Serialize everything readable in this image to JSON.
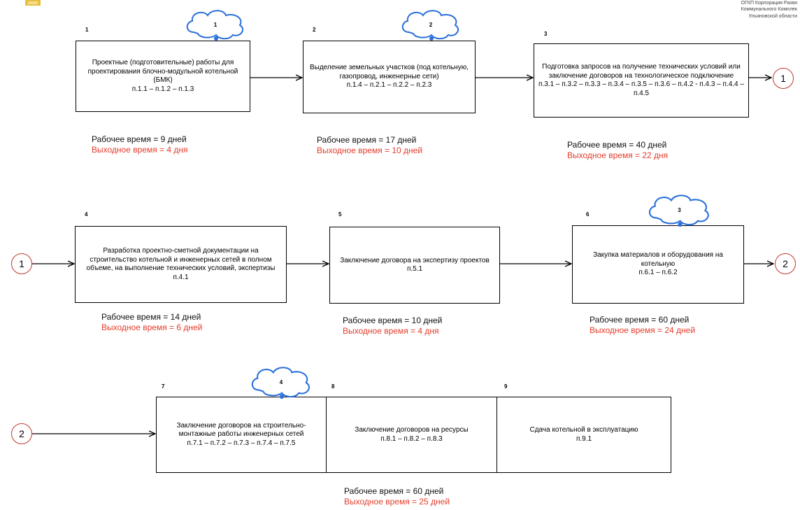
{
  "org": {
    "line1": "ОГКП Корпорация Разви",
    "line2": "Коммунального Комплек",
    "line3": "Ульяновской области"
  },
  "colors": {
    "work": "#111111",
    "off": "#e53c2b",
    "circle": "#c0392b",
    "cloud": "#2a6fdb"
  },
  "stages": [
    {
      "num": "1",
      "text": "Проектные (подготовительные) работы для проектирования блочно-модульной котельной (БМК)\nп.1.1 – п.1.2 – п.1.3",
      "cloud": "1"
    },
    {
      "num": "2",
      "text": "Выделение земельных участков (под котельную, газопровод, инженерные сети)\nп.1.4 – п.2.1 – п.2.2 – п.2.3",
      "cloud": "2"
    },
    {
      "num": "3",
      "text": "Подготовка запросов на получение технических условий или заключение договоров на технологическое подключение\nп.3.1 – п.3.2 – п.3.3 – п.3.4 – п.3.5 – п.3.6 – п.4.2 - п.4.3 – п.4.4 – п.4.5",
      "cloud": ""
    },
    {
      "num": "4",
      "text": "Разработка проектно-сметной документации на строительство котельной и инженерных сетей в полном объеме, на выполнение технических условий, экспертизы\nп.4.1",
      "cloud": ""
    },
    {
      "num": "5",
      "text": "Заключение договора на экспертизу проектов\nп.5.1",
      "cloud": ""
    },
    {
      "num": "6",
      "text": "Закупка материалов и оборудования на котельную\nп.6.1 – п.6.2",
      "cloud": "3"
    },
    {
      "num": "7",
      "text": "Заключение договоров на строительно-монтажные работы инженерных сетей\nп.7.1 – п.7.2 – п.7.3 – п.7.4 – п.7.5",
      "cloud": "4"
    },
    {
      "num": "8",
      "text": "Заключение договоров на ресурсы\nп.8.1 – п.8.2 – п.8.3",
      "cloud": ""
    },
    {
      "num": "9",
      "text": "Сдача котельной в эксплуатацию\nп.9.1",
      "cloud": ""
    }
  ],
  "times": [
    {
      "work": "Рабочее время = 9 дней",
      "off": "Выходное время = 4 дня"
    },
    {
      "work": "Рабочее время = 17 дней",
      "off": "Выходное время = 10 дней"
    },
    {
      "work": "Рабочее время = 40 дней",
      "off": "Выходное время = 22 дня"
    },
    {
      "work": "Рабочее время = 14 дней",
      "off": "Выходное время = 6 дней"
    },
    {
      "work": "Рабочее время = 10 дней",
      "off": "Выходное время = 4 дня"
    },
    {
      "work": "Рабочее время = 60 дней",
      "off": "Выходное время = 24 дней"
    },
    {
      "work": "Рабочее время = 60 дней",
      "off": "Выходное время = 25 дней"
    }
  ],
  "connectors": [
    "1",
    "1",
    "2",
    "2"
  ]
}
